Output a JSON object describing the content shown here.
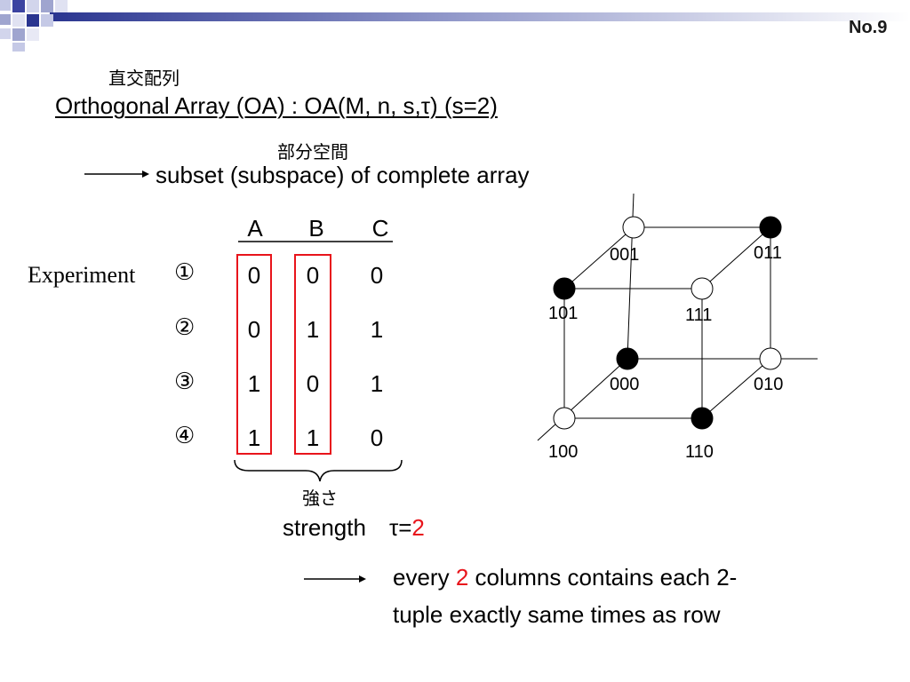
{
  "page_number": "No.9",
  "title_jp": "直交配列",
  "title": "Orthogonal Array (OA) : OA(M, n, s,τ)  (s=2)",
  "subset_jp": "部分空間",
  "subset_text": "subset (subspace) of complete array",
  "table": {
    "headers": [
      "A",
      "B",
      "C"
    ],
    "experiment_label": "Experiment",
    "row_markers": [
      "①",
      "②",
      "③",
      "④"
    ],
    "rows": [
      [
        "0",
        "0",
        "0"
      ],
      [
        "0",
        "1",
        "1"
      ],
      [
        "1",
        "0",
        "1"
      ],
      [
        "1",
        "1",
        "0"
      ]
    ]
  },
  "strength_jp": "強さ",
  "strength_text": "strength",
  "tau_label": "τ=",
  "tau_value": "2",
  "conclusion": {
    "part1": "every ",
    "highlight": "2",
    "part2": " columns contains each 2-",
    "line2": "tuple exactly same times as row"
  },
  "cube": {
    "vertices": [
      {
        "label": "000",
        "filled": true
      },
      {
        "label": "010",
        "filled": false
      },
      {
        "label": "100",
        "filled": false
      },
      {
        "label": "110",
        "filled": true
      },
      {
        "label": "001",
        "filled": false
      },
      {
        "label": "011",
        "filled": true
      },
      {
        "label": "101",
        "filled": true
      },
      {
        "label": "111",
        "filled": false
      }
    ]
  },
  "colors": {
    "accent_red": "#e8141b",
    "box_red": "#e8141b",
    "bar_blue": "#1f2a8a",
    "bar_light": "#9fa5cf"
  }
}
